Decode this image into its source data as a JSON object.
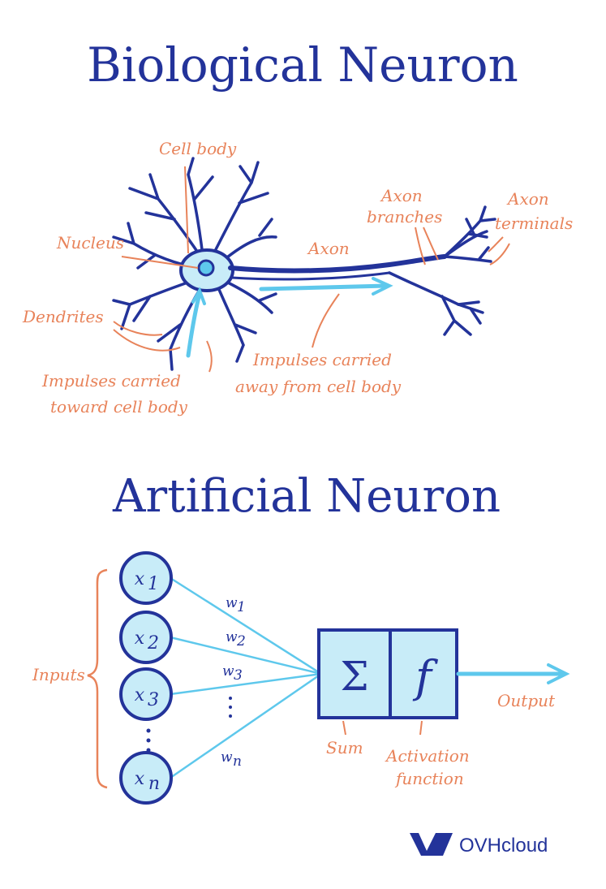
{
  "titles": {
    "biological": "Biological Neuron",
    "artificial": "Artificial Neuron"
  },
  "biological_labels": {
    "cell_body": "Cell body",
    "nucleus": "Nucleus",
    "dendrites": "Dendrites",
    "axon": "Axon",
    "axon_branches_1": "Axon",
    "axon_branches_2": "branches",
    "axon_terminals_1": "Axon",
    "axon_terminals_2": "terminals",
    "impulses_toward_1": "Impulses carried",
    "impulses_toward_2": "toward cell body",
    "impulses_away_1": "Impulses carried",
    "impulses_away_2": "away from cell body"
  },
  "artificial": {
    "inputs_label": "Inputs",
    "input_nodes": [
      "x1",
      "x2",
      "x3",
      "xn"
    ],
    "input_subscripts": [
      "1",
      "2",
      "3",
      "n"
    ],
    "weights": [
      "w1",
      "w2",
      "w3",
      "wn"
    ],
    "weight_subscripts": [
      "1",
      "2",
      "3",
      "n"
    ],
    "sum_symbol": "Σ",
    "activation_symbol": "f",
    "sum_label": "Sum",
    "activation_label_1": "Activation",
    "activation_label_2": "function",
    "output_label": "Output"
  },
  "brand": {
    "name": "OVHcloud"
  },
  "colors": {
    "ink_blue": "#23339a",
    "label_orange": "#e8835a",
    "light_blue": "#5ec8ec",
    "fill_blue": "#c8ecf8"
  }
}
